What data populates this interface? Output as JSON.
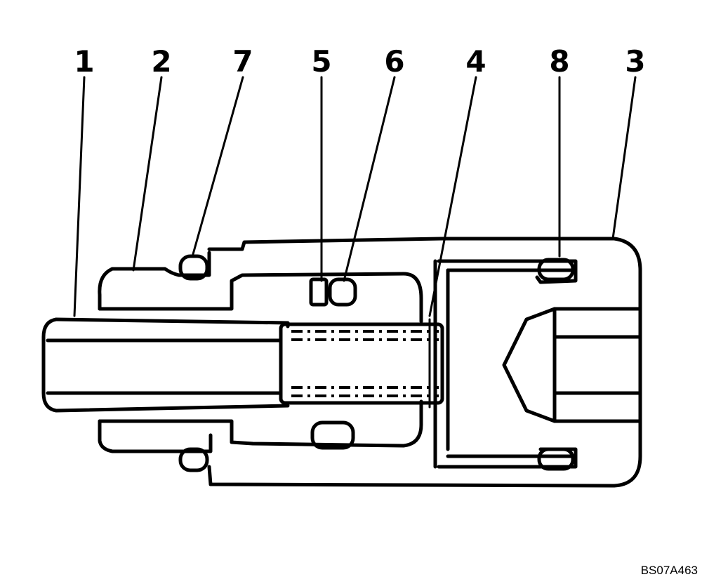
{
  "callouts": [
    "1",
    "2",
    "7",
    "5",
    "6",
    "4",
    "8",
    "3"
  ],
  "figure_code": "BS07A463"
}
